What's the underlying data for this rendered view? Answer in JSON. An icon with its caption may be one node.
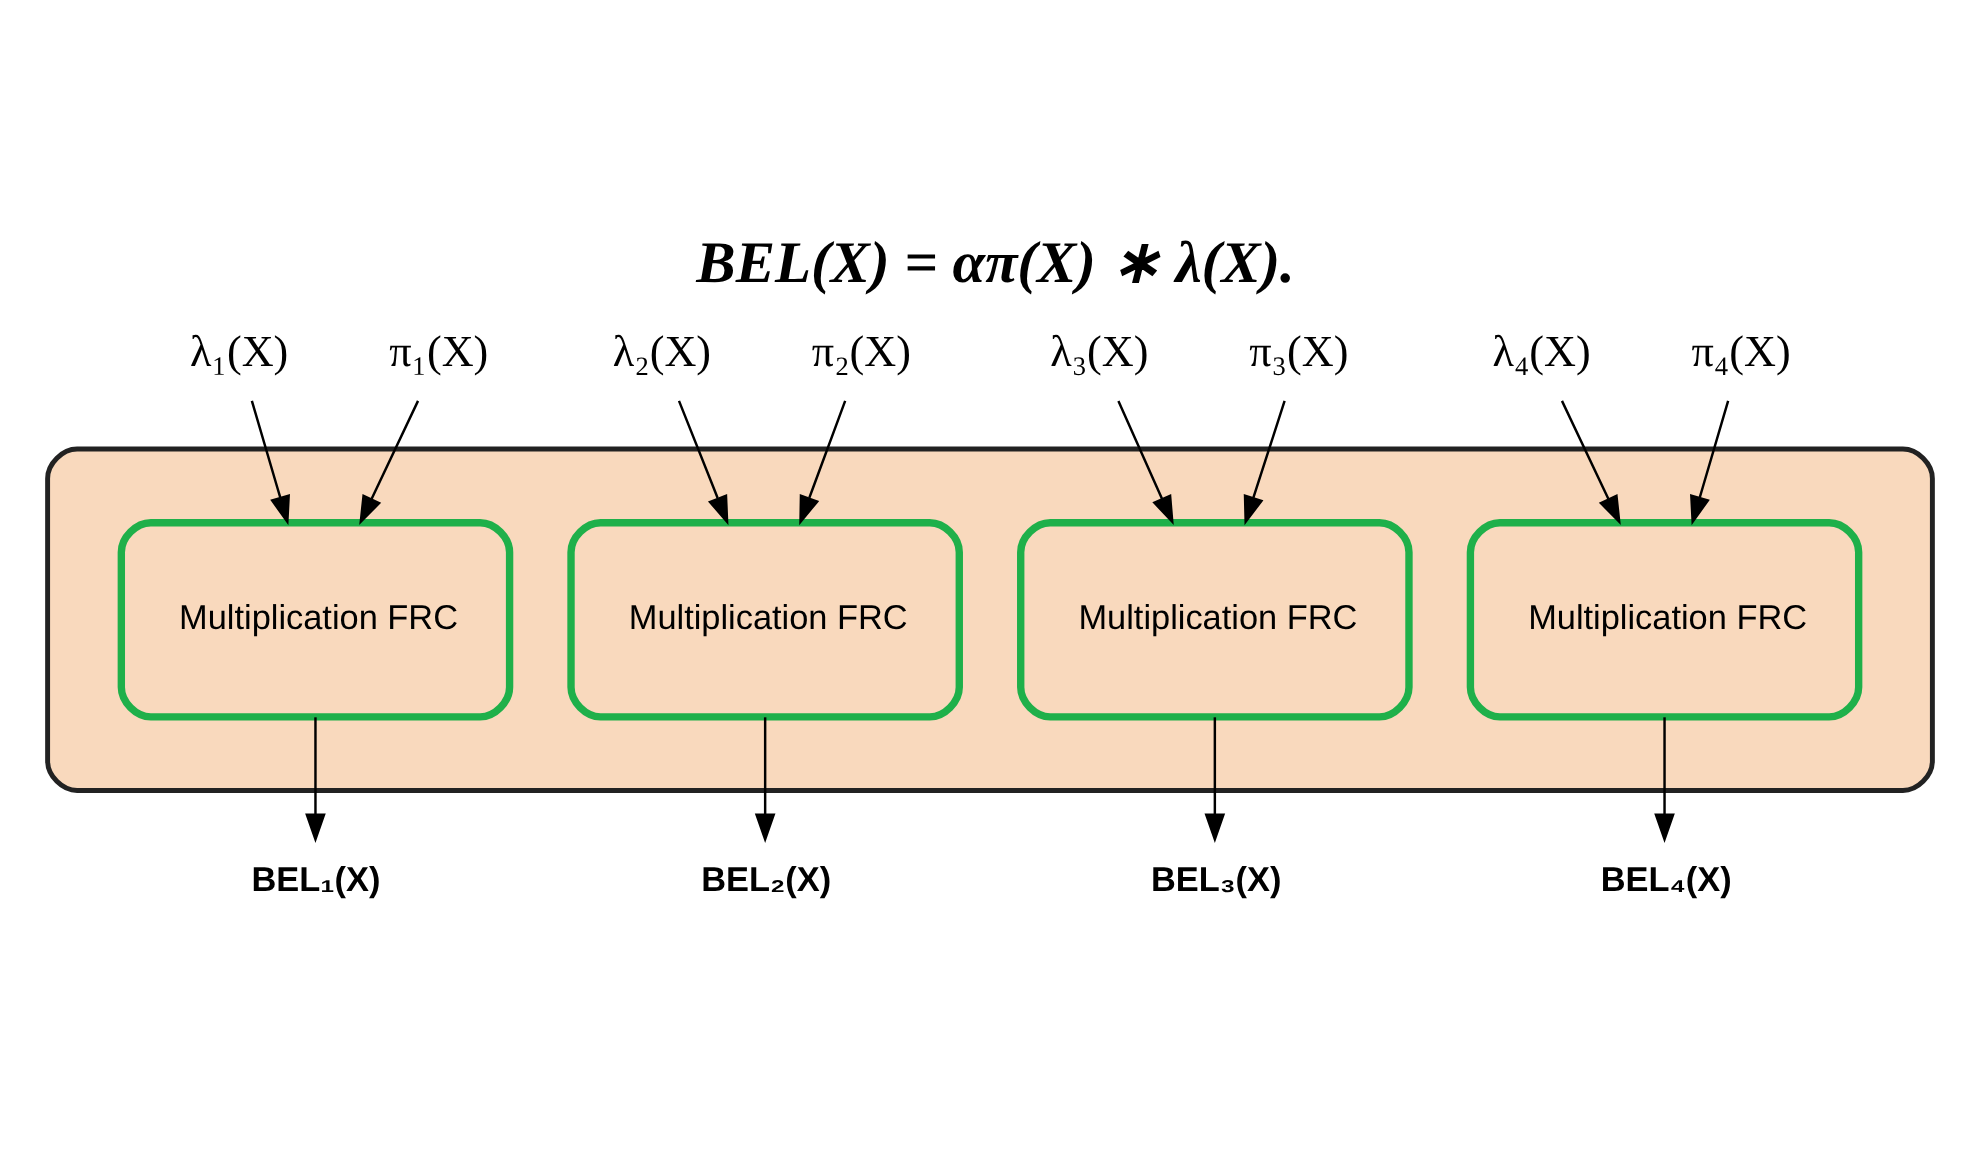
{
  "diagram": {
    "title": "BEL(X) = απ(X) ∗ λ(X).",
    "nodes": [
      {
        "text": [
          "λ₁(X)"
        ]
      },
      {
        "text": [
          "π₁(X)"
        ]
      },
      {
        "text": [
          "λ₂(X)"
        ]
      },
      {
        "text": [
          "π₂(X)"
        ]
      },
      {
        "text": [
          "λ₃(X)"
        ]
      },
      {
        "text": [
          "π₃(X)"
        ]
      },
      {
        "text": [
          "λ₄(X)"
        ]
      },
      {
        "text": [
          "π₄(X)"
        ]
      },
      {
        "text": [],
        "shape": "box"
      },
      {
        "text": [
          "Multiplication FRC"
        ],
        "in": 8
      },
      {
        "text": [
          "Multiplication FRC"
        ],
        "in": 8
      },
      {
        "text": [
          "Multiplication FRC"
        ],
        "in": 8
      },
      {
        "text": [
          "Multiplication FRC"
        ],
        "in": 8
      },
      {
        "text": [
          "BEL₁(X)"
        ]
      },
      {
        "text": [
          "BEL₂(X)"
        ]
      },
      {
        "text": [
          "BEL₃(X)"
        ]
      },
      {
        "text": [
          "BEL₄(X)"
        ]
      }
    ],
    "edges": [
      {
        "from": 0,
        "to": 9,
        "arrow": "to"
      },
      {
        "from": 1,
        "to": 9,
        "arrow": "to"
      },
      {
        "from": 2,
        "to": 10,
        "arrow": "to"
      },
      {
        "from": 3,
        "to": 10,
        "arrow": "to"
      },
      {
        "from": 4,
        "to": 11,
        "arrow": "to"
      },
      {
        "from": 5,
        "to": 11,
        "arrow": "to"
      },
      {
        "from": 6,
        "to": 12,
        "arrow": "to"
      },
      {
        "from": 7,
        "to": 12,
        "arrow": "to"
      },
      {
        "from": 9,
        "to": 13,
        "arrow": "to"
      },
      {
        "from": 10,
        "to": 14,
        "arrow": "to"
      },
      {
        "from": 11,
        "to": 15,
        "arrow": "to"
      },
      {
        "from": 12,
        "to": 16,
        "arrow": "to"
      }
    ]
  }
}
